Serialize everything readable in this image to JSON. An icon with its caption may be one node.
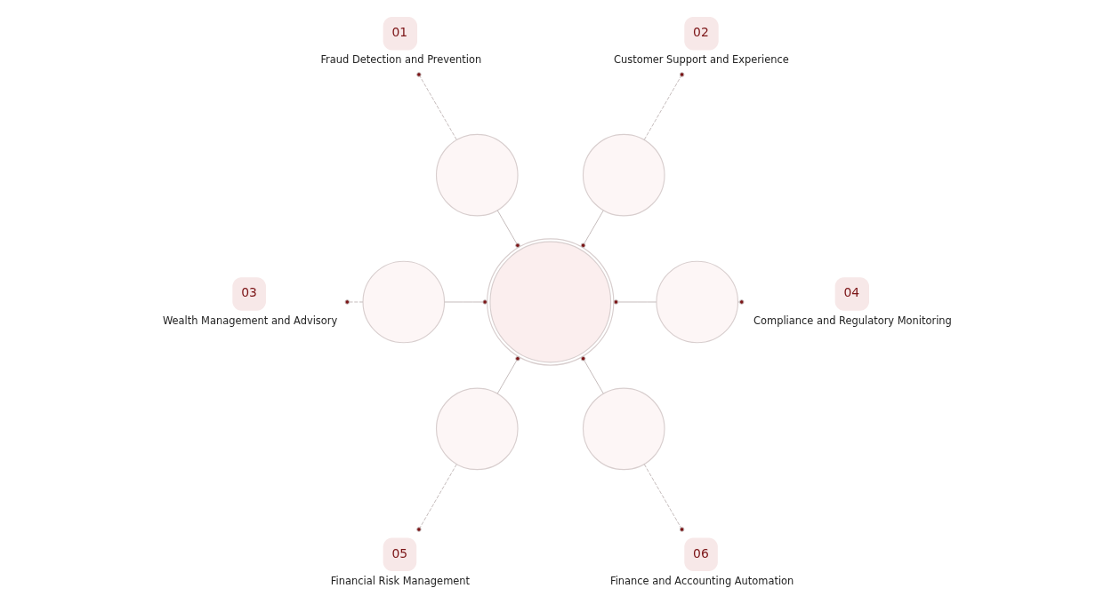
{
  "diagram": {
    "nodes": [
      {
        "text": [
          "01",
          "Fraud Detection and Prevention"
        ]
      },
      {
        "text": [],
        "shape": "circle"
      },
      {
        "text": [],
        "shape": "circle"
      },
      {
        "text": [
          "02",
          "Customer Support and Experience"
        ]
      },
      {
        "text": [
          "03",
          "Wealth Management and Advisory"
        ]
      },
      {
        "text": [],
        "shape": "circle"
      },
      {
        "text": [],
        "shape": "circle"
      },
      {
        "text": [],
        "shape": "circle"
      },
      {
        "text": [
          "04",
          "Compliance and Regulatory Monitoring"
        ]
      },
      {
        "text": [
          "05",
          "Financial Risk Management"
        ]
      },
      {
        "text": [],
        "shape": "circle"
      },
      {
        "text": [],
        "shape": "circle"
      },
      {
        "text": [
          "06",
          "Finance and Accounting Automation"
        ]
      }
    ],
    "edges": [
      {
        "from": 1,
        "to": 6,
        "arrow": "other"
      },
      {
        "from": 1,
        "to": 0,
        "arrow": "other",
        "style": "dashed"
      },
      {
        "from": 2,
        "to": 6,
        "arrow": "other"
      },
      {
        "from": 2,
        "to": 3,
        "arrow": "other",
        "style": "dashed"
      },
      {
        "from": 5,
        "to": 6,
        "arrow": "other"
      },
      {
        "from": 5,
        "to": 4,
        "arrow": "other",
        "style": "dashed"
      },
      {
        "from": 7,
        "to": 6,
        "arrow": "other"
      },
      {
        "from": 7,
        "to": 8,
        "arrow": "other",
        "style": "dashed"
      },
      {
        "from": 10,
        "to": 6,
        "arrow": "other"
      },
      {
        "from": 10,
        "to": 9,
        "arrow": "other",
        "style": "dashed"
      },
      {
        "from": 11,
        "to": 6,
        "arrow": "other"
      },
      {
        "from": 11,
        "to": 12,
        "arrow": "other",
        "style": "dashed"
      }
    ]
  }
}
